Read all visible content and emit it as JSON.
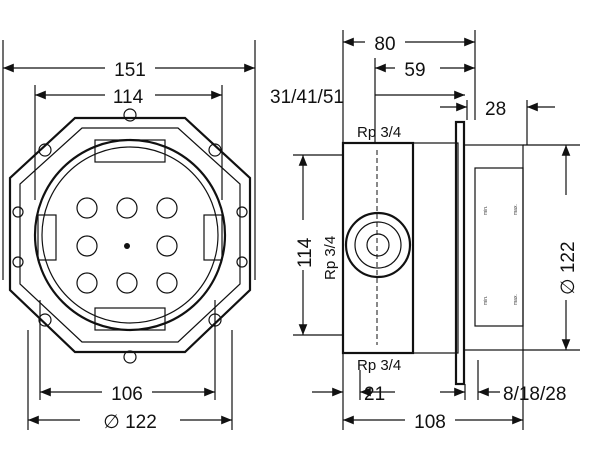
{
  "front_view": {
    "dim_overall_width": "151",
    "dim_inner_width": "114",
    "dim_mount_spacing": "106",
    "dim_diameter": "∅ 122"
  },
  "side_view": {
    "dim_depth_total": "80",
    "dim_depth_inner": "59",
    "dim_offset_options": "31/41/51",
    "dim_cover_depth": "28",
    "thread_top": "Rp 3/4",
    "thread_side": "Rp 3/4",
    "thread_bottom": "Rp 3/4",
    "dim_height": "114",
    "dim_cover_diameter": "∅ 122",
    "dim_wall_offset": "21",
    "dim_overall_depth": "108",
    "dim_plate_options": "8/18/28",
    "marks": {
      "min": "min.",
      "max": "max."
    }
  }
}
